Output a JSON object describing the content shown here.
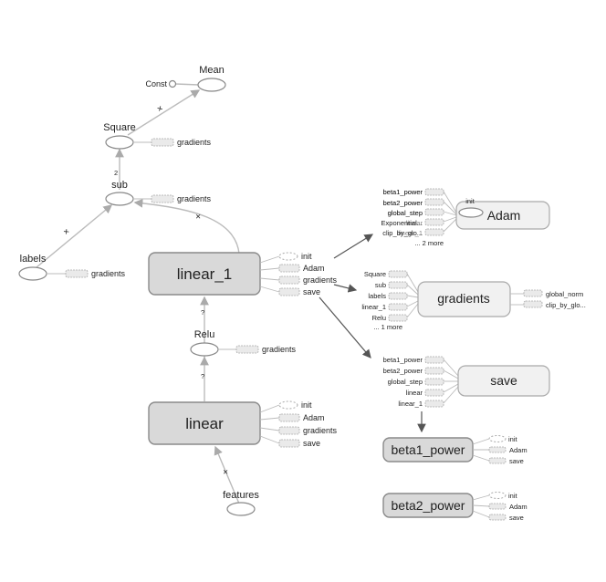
{
  "nodes": {
    "mean": "Mean",
    "const": "Const",
    "square": "Square",
    "sub": "sub",
    "labels": "labels",
    "linear_1": "linear_1",
    "relu": "Relu",
    "linear": "linear",
    "features": "features",
    "adam": "Adam",
    "gradients": "gradients",
    "save": "save",
    "beta1_power": "beta1_power",
    "beta2_power": "beta2_power",
    "init": "init"
  },
  "aux": {
    "gradients": "gradients",
    "init": "init",
    "adam": "Adam",
    "save": "save"
  },
  "adam_inputs": [
    "beta1_power",
    "beta2_power",
    "global_step",
    "Exponential...",
    "clip_by_glo..."
  ],
  "adam_overlap": [
    "beta1_power",
    "beta2_power",
    "global_step",
    "linear",
    "linear_1"
  ],
  "adam_more": "... 2 more",
  "gradients_inputs": [
    "Square",
    "sub",
    "labels",
    "linear_1",
    "Relu"
  ],
  "gradients_more": "... 1 more",
  "gradients_outputs": [
    "global_norm",
    "clip_by_glo..."
  ],
  "save_inputs": [
    "beta1_power",
    "beta2_power",
    "global_step",
    "linear",
    "linear_1"
  ]
}
